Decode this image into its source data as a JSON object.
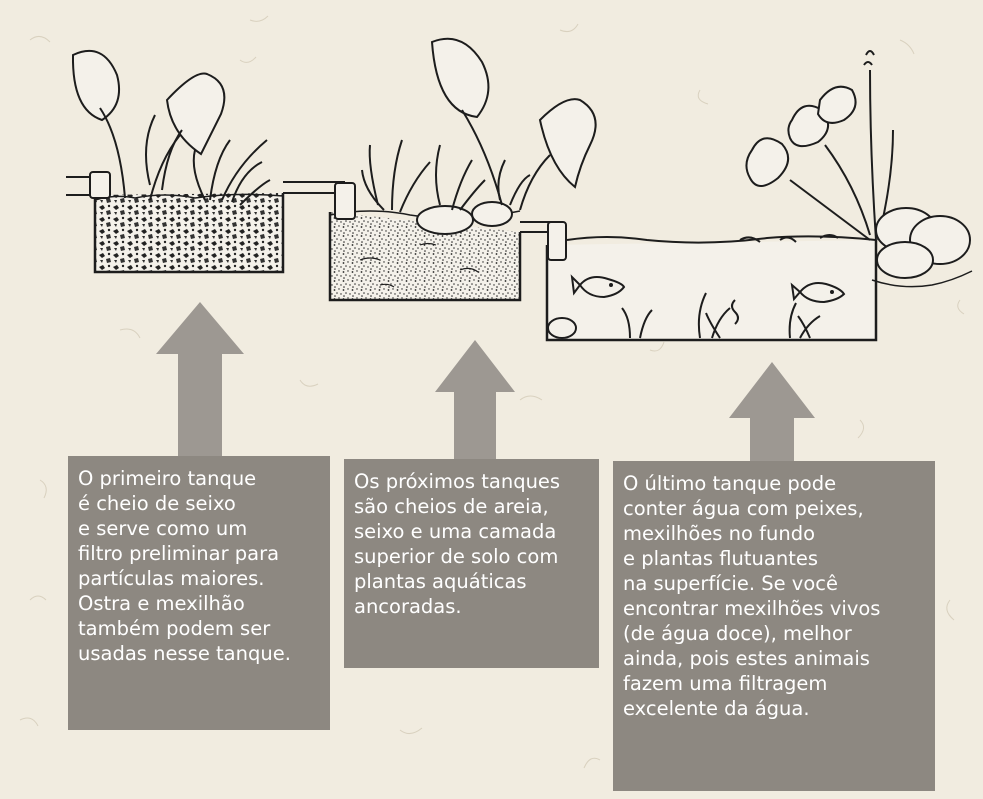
{
  "colors": {
    "background": "#f1ece0",
    "box_fill": "#8d8881",
    "arrow_fill": "#9d9892",
    "text": "#ffffff",
    "ink": "#1d1d1d"
  },
  "boxes": [
    {
      "lines": [
        "O primeiro tanque",
        "é cheio de seixo",
        "e serve como um",
        "filtro preliminar para",
        "partículas maiores.",
        "Ostra e mexilhão",
        "também podem ser",
        "usadas nesse tanque."
      ]
    },
    {
      "lines": [
        "Os próximos tanques",
        "são cheios de areia,",
        "seixo e uma camada",
        "superior de solo com",
        "plantas aquáticas",
        "ancoradas."
      ]
    },
    {
      "lines": [
        "O último tanque pode",
        "conter água com peixes,",
        "mexilhões no fundo",
        "e plantas flutuantes",
        "na superfície.  Se você",
        "encontrar mexilhões vivos",
        "(de água doce), melhor",
        "ainda, pois estes animais",
        "fazem uma filtragem",
        "excelente da água."
      ]
    }
  ]
}
